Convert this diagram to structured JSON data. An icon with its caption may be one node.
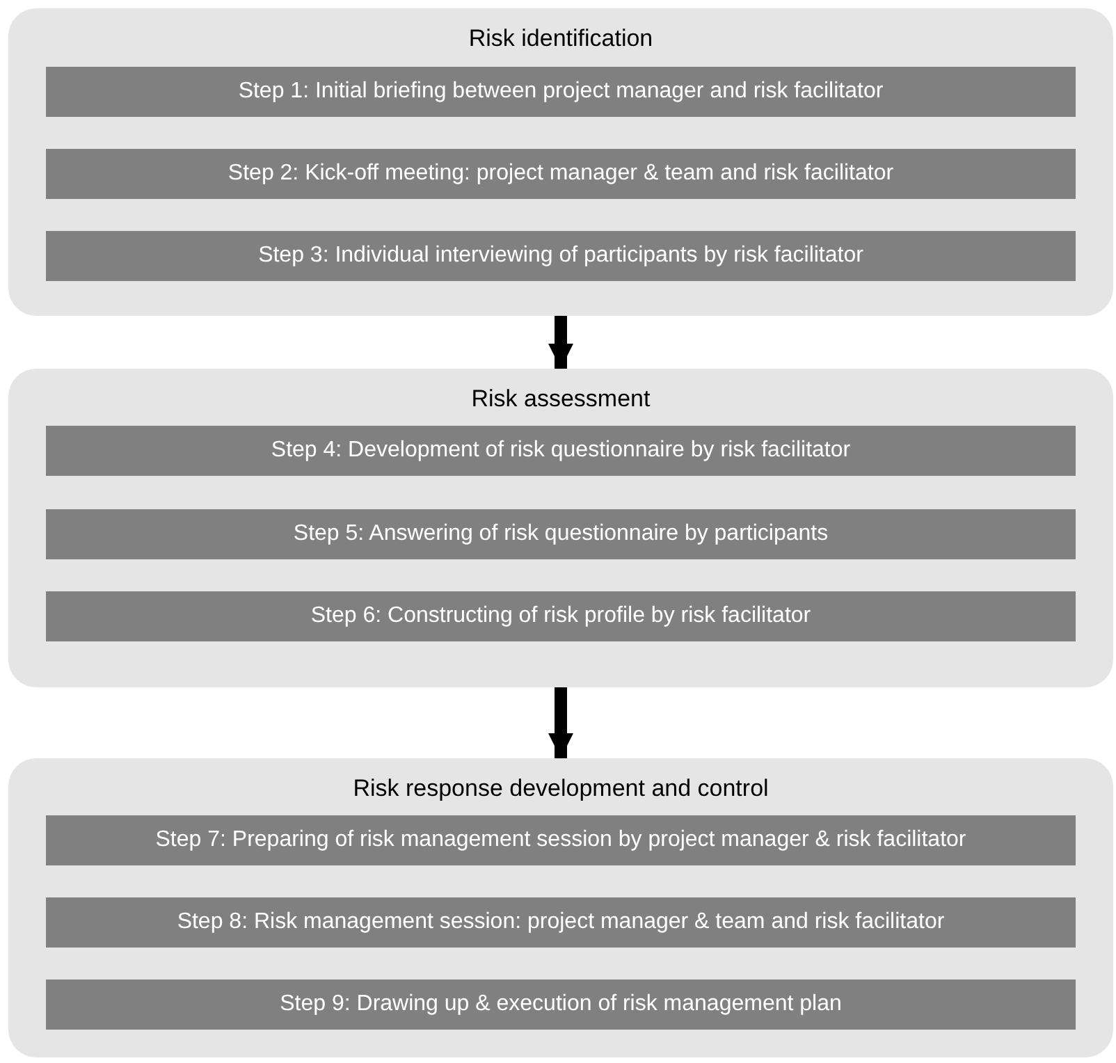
{
  "diagram": {
    "nodes": [
      {
        "text": [
          "Risk identification"
        ]
      },
      {
        "text": [
          "Step 1: Initial briefing between project manager and risk facilitator"
        ],
        "in": 0
      },
      {
        "text": [
          "Step 2: Kick-off meeting: project manager & team and risk facilitator"
        ],
        "in": 0
      },
      {
        "text": [
          "Step 3: Individual interviewing of participants by risk facilitator"
        ],
        "in": 0
      },
      {
        "text": [
          "Risk assessment"
        ]
      },
      {
        "text": [
          "Step 4: Development of risk questionnaire by risk facilitator"
        ],
        "in": 4
      },
      {
        "text": [
          "Step 5: Answering of risk questionnaire by participants"
        ],
        "in": 4
      },
      {
        "text": [
          "Step 6: Constructing of risk profile by risk facilitator"
        ],
        "in": 4
      },
      {
        "text": [
          "Risk response development and control"
        ]
      },
      {
        "text": [
          "Step 7: Preparing of risk management session by project manager & risk facilitator"
        ],
        "in": 8
      },
      {
        "text": [
          "Step 8: Risk management session: project manager & team and risk facilitator"
        ],
        "in": 8
      },
      {
        "text": [
          "Step 9: Drawing up & execution of risk management plan"
        ],
        "in": 8
      }
    ],
    "edges": [
      {
        "from": 0,
        "to": 4,
        "arrow": "to"
      },
      {
        "from": 4,
        "to": 8,
        "arrow": "to"
      }
    ]
  }
}
